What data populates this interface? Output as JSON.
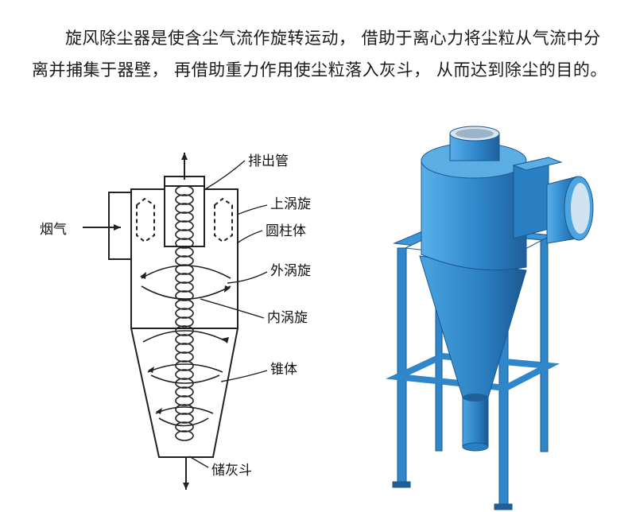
{
  "intro": {
    "text": "旋风除尘器是使含尘气流作旋转运动， 借助于离心力将尘粒从气流中分离并捕集于器壁， 再借助重力作用使尘粒落入灰斗， 从而达到除尘的目的。"
  },
  "diagram": {
    "labels": {
      "exhaust_pipe": "排出管",
      "flue_gas": "烟气",
      "upper_vortex": "上涡旋",
      "cylinder": "圆柱体",
      "outer_vortex": "外涡旋",
      "inner_vortex": "内涡旋",
      "cone": "锥体",
      "dust_hopper": "储灰斗"
    }
  },
  "colors": {
    "line": "#222222",
    "steel_blue": "#2f86c9",
    "steel_dark": "#1f5f99",
    "steel_light": "#5aaee4"
  }
}
